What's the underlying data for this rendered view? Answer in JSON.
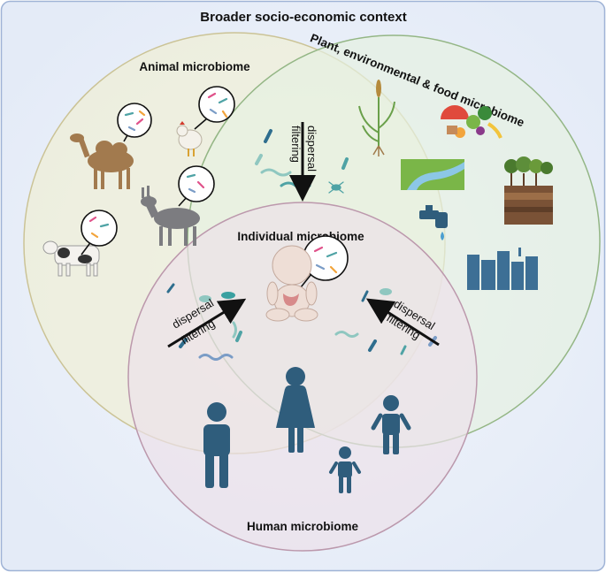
{
  "title": "Broader socio-economic context",
  "circles": {
    "animal": {
      "label": "Animal microbiome",
      "fill": "#efeed8",
      "stroke": "#c9c08e"
    },
    "plant": {
      "label": "Plant, environmental & food microbiome",
      "fill": "#e6f1df",
      "stroke": "#8db27c"
    },
    "individual": {
      "label": "Individual microbiome"
    },
    "human": {
      "label": "Human microbiome",
      "fill": "#ece0e8",
      "stroke": "#b891a6"
    }
  },
  "arrows": {
    "top": {
      "line1": "dispersal",
      "line2": "filtering"
    },
    "left": {
      "line1": "dispersal",
      "line2": "filtering"
    },
    "right": {
      "line1": "dispersal",
      "line2": "filtering"
    }
  },
  "colors": {
    "background_panel": "#e8eef8",
    "panel_border": "#9fb3d6",
    "human_figures": "#2f5d7c",
    "bacteria": [
      "#4fa3a5",
      "#2f6e8e",
      "#8fc7c0",
      "#7a9cc6",
      "#3aa0a0"
    ]
  },
  "icons": [
    "camel-icon",
    "chicken-icon",
    "donkey-icon",
    "cow-icon",
    "wheat-plant-icon",
    "fruit-vegetables-icon",
    "river-landscape-icon",
    "soil-trees-icon",
    "water-tap-icon",
    "city-buildings-icon",
    "baby-icon",
    "woman-icon",
    "man-icon",
    "child-icon",
    "magnifier-bacteria-icon"
  ]
}
